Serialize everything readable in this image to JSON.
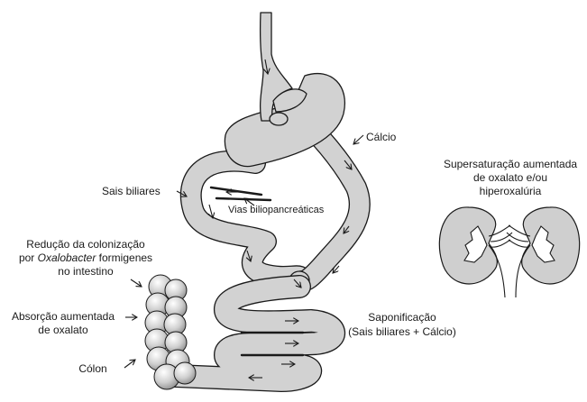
{
  "labels": {
    "calcio": "Cálcio",
    "sais_biliares": "Sais biliares",
    "vias": "Vias biliopancreáticas",
    "supersat_1": "Supersaturação aumentada",
    "supersat_2": "de oxalato e/ou",
    "supersat_3": "hiperoxalúria",
    "reducao_1": "Redução da colonização",
    "reducao_2_pre": "por ",
    "reducao_2_italic": "Oxalobacter",
    "reducao_2_post": " formigenes",
    "reducao_3": "no intestino",
    "absorcao_1": "Absorção aumentada",
    "absorcao_2": "de oxalato",
    "saponificacao_1": "Saponificação",
    "saponificacao_2": "(Sais biliares + Cálcio)",
    "colon": "Cólon"
  },
  "colors": {
    "organ_fill": "#d2d2d2",
    "outline": "#1a1a1a",
    "kidney_fill": "#cfcfcf",
    "colon_highlight": "#ffffff"
  },
  "icons": [
    "esophagus-icon",
    "stomach-icon",
    "intestine-loop-icon",
    "small-intestine-coils-icon",
    "colon-icon",
    "kidney-icon",
    "arrow-icon"
  ]
}
